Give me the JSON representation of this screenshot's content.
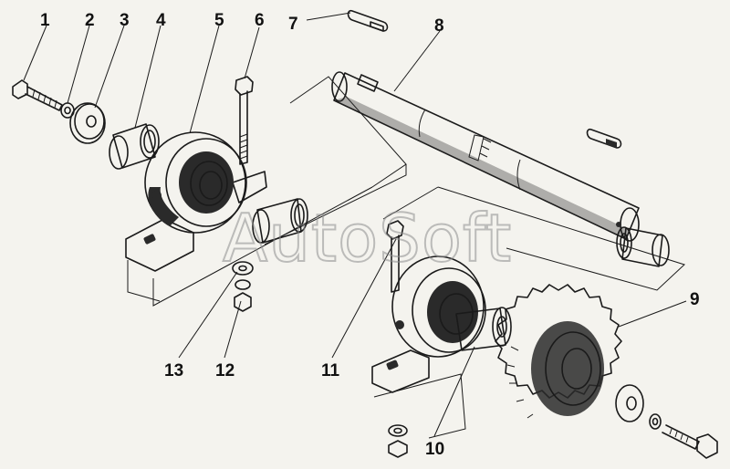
{
  "callouts": {
    "c1": "1",
    "c2": "2",
    "c3": "3",
    "c4": "4",
    "c5": "5",
    "c6": "6",
    "c7": "7",
    "c8": "8",
    "c9": "9",
    "c10": "10",
    "c11": "11",
    "c12": "12",
    "c13": "13"
  },
  "watermark": {
    "text": "AutoSoft"
  },
  "colors": {
    "ink": "#1a1a1a",
    "paper": "#f4f3ee",
    "watermark": "#8e8e8e"
  }
}
